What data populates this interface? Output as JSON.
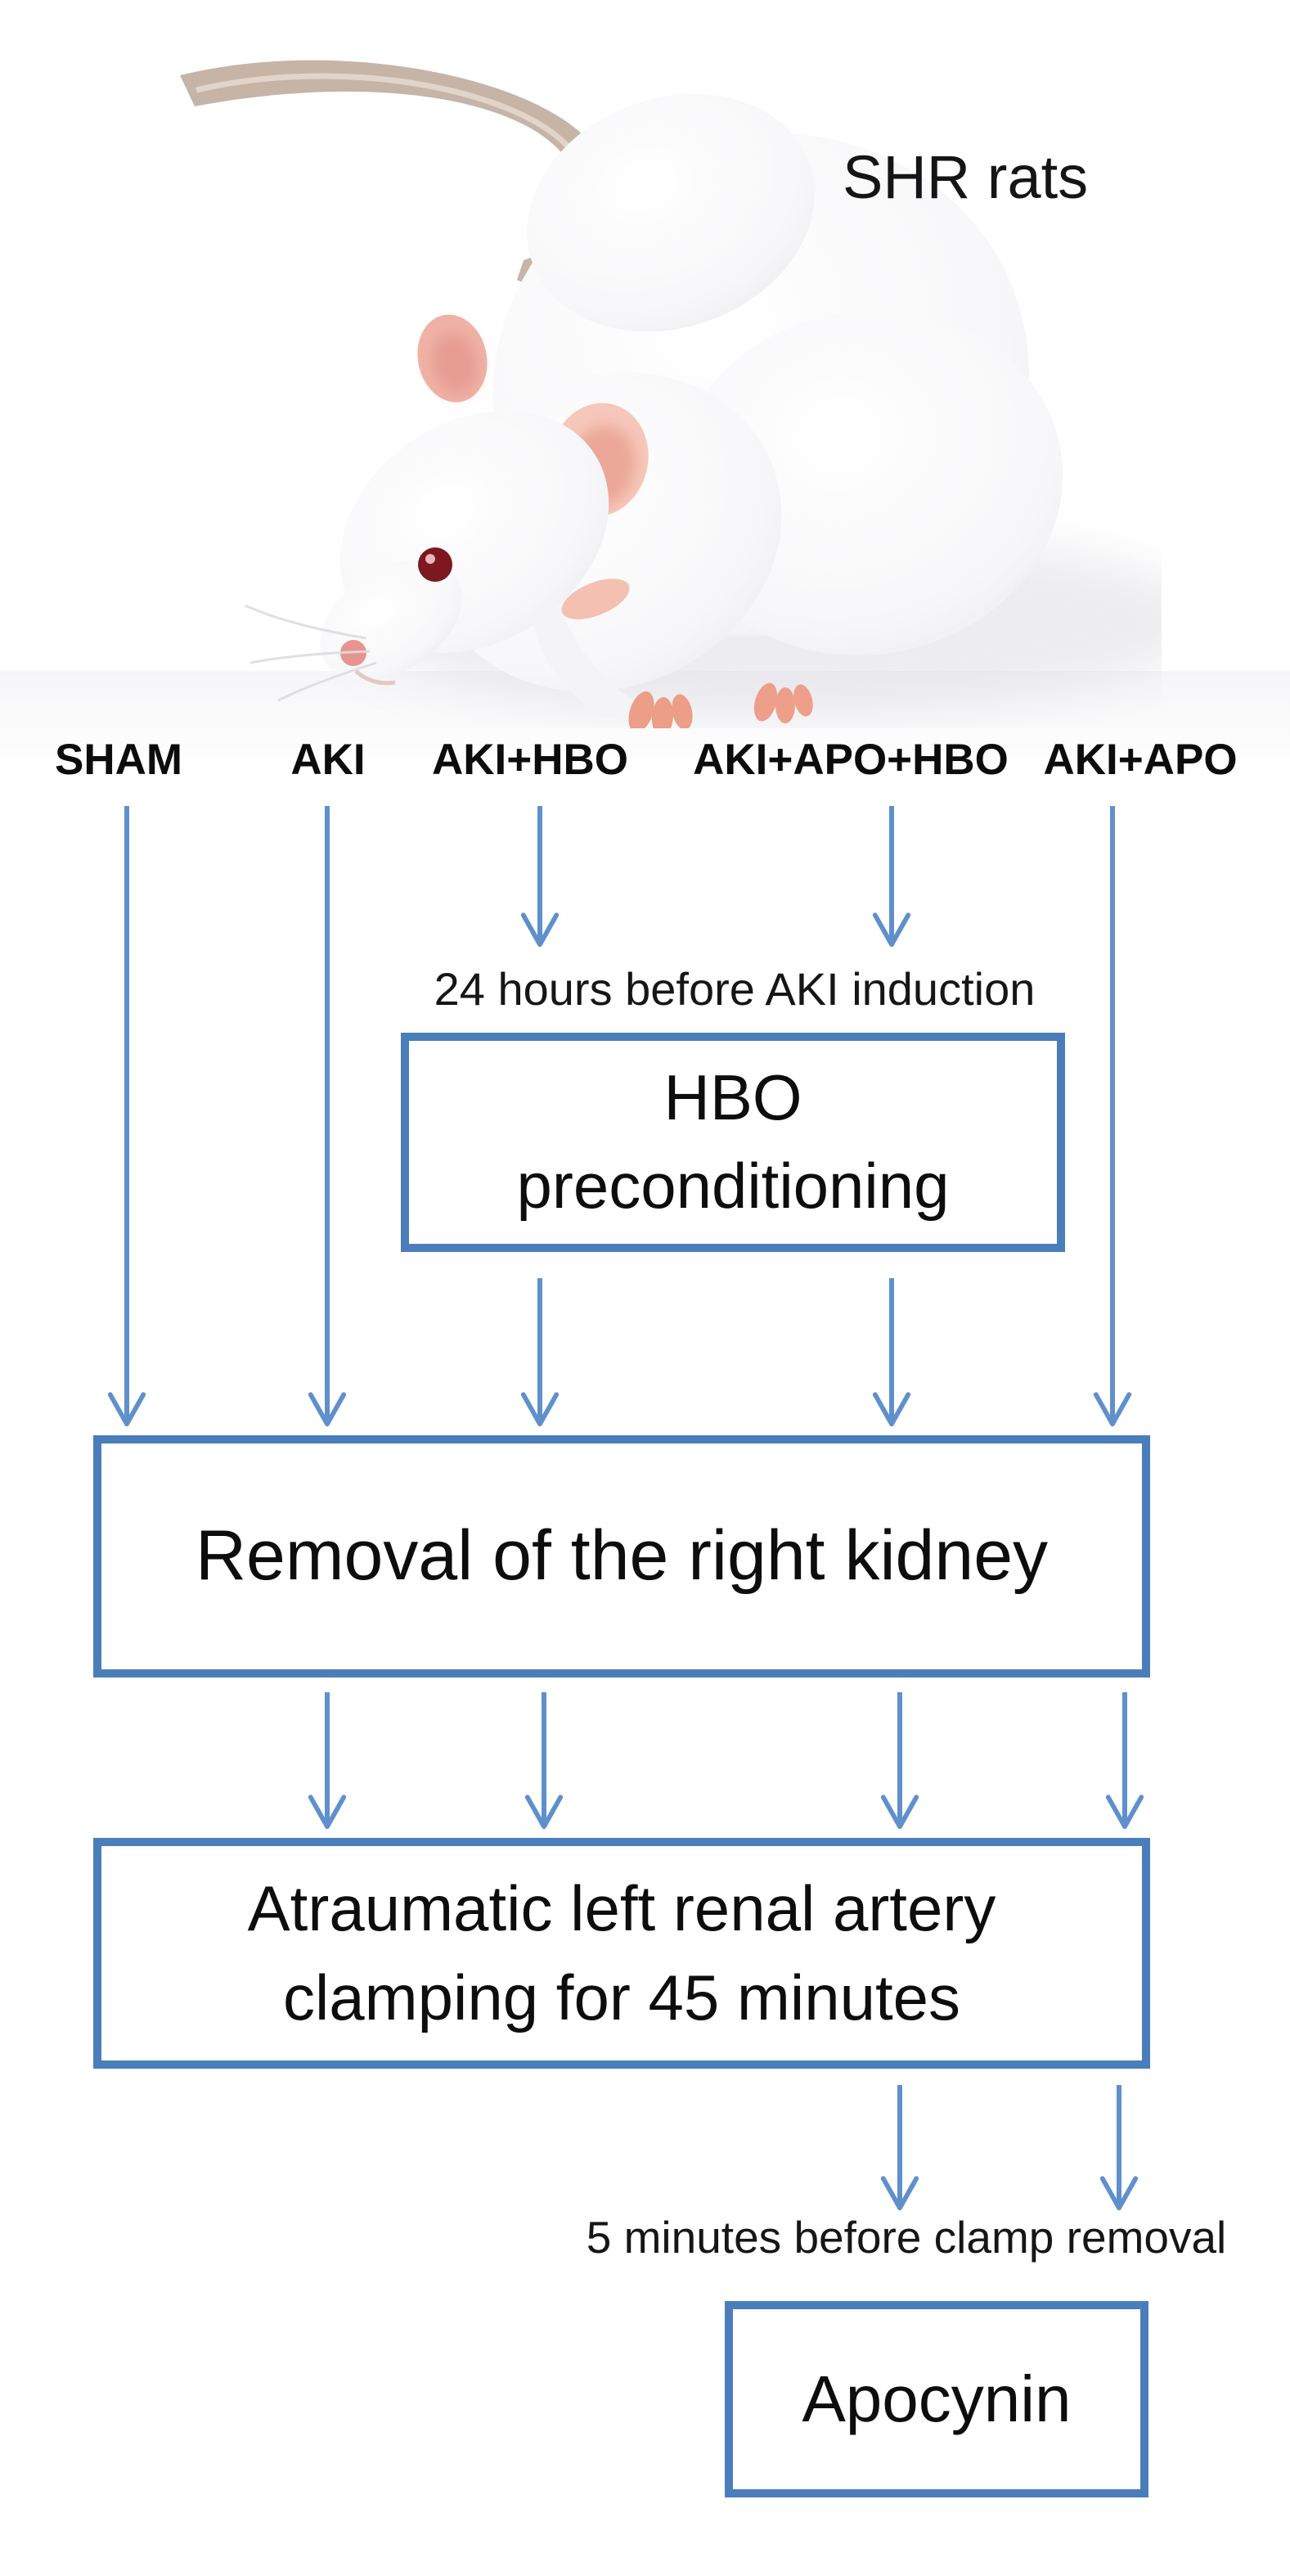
{
  "title": "SHR rats",
  "groups": [
    {
      "label": "SHAM"
    },
    {
      "label": "AKI"
    },
    {
      "label": "AKI+HBO"
    },
    {
      "label": "AKI+APO+HBO"
    },
    {
      "label": "AKI+APO"
    }
  ],
  "notes": {
    "hbo": "24 hours before AKI induction",
    "apocynin": "5 minutes before clamp removal"
  },
  "boxes": {
    "hbo_line1": "HBO",
    "hbo_line2": "preconditioning",
    "nephrectomy": "Removal of the right kidney",
    "clamping_line1": "Atraumatic left renal artery",
    "clamping_line2": "clamping for 45 minutes",
    "apocynin": "Apocynin"
  },
  "colors": {
    "box_border": "#4a7ebb",
    "arrow": "#6090cc",
    "text": "#141414"
  }
}
